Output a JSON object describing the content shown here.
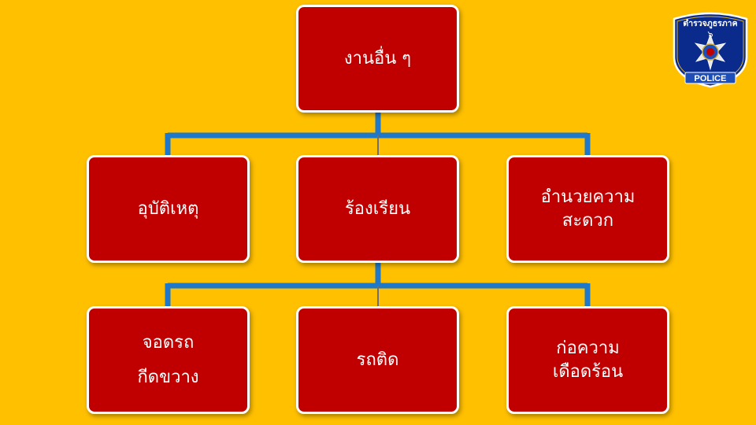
{
  "diagram": {
    "root": {
      "lines": [
        "งานอื่น ๆ"
      ]
    },
    "level1": [
      {
        "lines": [
          "อุบัติเหตุ"
        ]
      },
      {
        "lines": [
          "ร้องเรียน"
        ]
      },
      {
        "lines": [
          "อำนวยความ",
          "สะดวก"
        ]
      }
    ],
    "level2": [
      {
        "lines": [
          "จอดรถ",
          "กีดขวาง"
        ]
      },
      {
        "lines": [
          "รถติด"
        ]
      },
      {
        "lines": [
          "ก่อความ",
          "เดือดร้อน"
        ]
      }
    ]
  },
  "logo": {
    "top_text": "ตำรวจภูธรภาค",
    "number": "๖",
    "bottom_text": "POLICE"
  },
  "colors": {
    "background": "#FFC000",
    "node_fill": "#C00000",
    "node_border": "#FFFFFF",
    "connector": "#1F78C8",
    "badge_navy": "#0A2A8C"
  }
}
